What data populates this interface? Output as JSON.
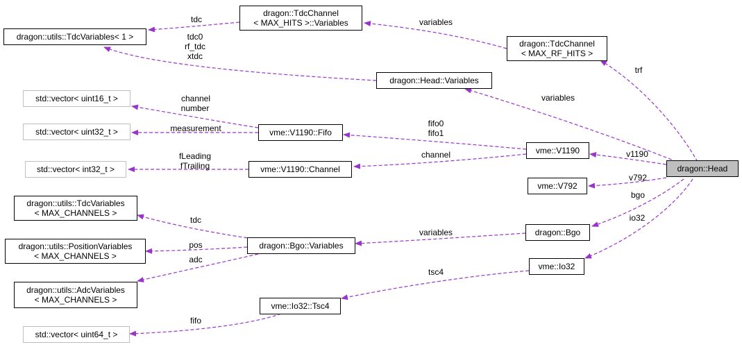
{
  "nodes": {
    "head": "dragon::Head",
    "tdc_variables_1": "dragon::utils::TdcVariables< 1 >",
    "tdc_channel_max_hits_variables": [
      "dragon::TdcChannel",
      "< MAX_HITS >::Variables"
    ],
    "tdc_channel_max_rf_hits": [
      "dragon::TdcChannel",
      "< MAX_RF_HITS >"
    ],
    "head_variables": "dragon::Head::Variables",
    "vector_uint16": "std::vector< uint16_t >",
    "vector_uint32": "std::vector< uint32_t >",
    "vector_int32": "std::vector< int32_t >",
    "vector_uint64": "std::vector< uint64_t >",
    "v1190_fifo": "vme::V1190::Fifo",
    "v1190_channel": "vme::V1190::Channel",
    "v1190": "vme::V1190",
    "v792": "vme::V792",
    "tdc_variables_max_channels": [
      "dragon::utils::TdcVariables",
      "< MAX_CHANNELS >"
    ],
    "position_variables_max_channels": [
      "dragon::utils::PositionVariables",
      "< MAX_CHANNELS >"
    ],
    "adc_variables_max_channels": [
      "dragon::utils::AdcVariables",
      "< MAX_CHANNELS >"
    ],
    "bgo_variables": "dragon::Bgo::Variables",
    "bgo": "dragon::Bgo",
    "io32": "vme::Io32",
    "io32_tsc4": "vme::Io32::Tsc4"
  },
  "edge_labels": {
    "tdc": "tdc",
    "variables_tdc_channel": "variables",
    "tdc0_rf_tdc_xtdc": [
      "tdc0",
      "rf_tdc",
      "xtdc"
    ],
    "trf": "trf",
    "variables_head": "variables",
    "channel_number": [
      "channel",
      "number"
    ],
    "measurement": "measurement",
    "fifo0_fifo1": [
      "fifo0",
      "fifo1"
    ],
    "channel_v1190": "channel",
    "fleading_ftrailing": [
      "fLeading",
      "fTrailing"
    ],
    "v1190": "v1190",
    "v792": "v792",
    "bgo": "bgo",
    "io32": "io32",
    "tdc_bgo": "tdc",
    "pos": "pos",
    "adc": "adc",
    "variables_bgo": "variables",
    "tsc4": "tsc4",
    "fifo_tsc4": "fifo"
  },
  "colors": {
    "edge": "#9a32cd",
    "focus_fill": "#bfbfbf",
    "external_border": "#bfbfbf"
  }
}
